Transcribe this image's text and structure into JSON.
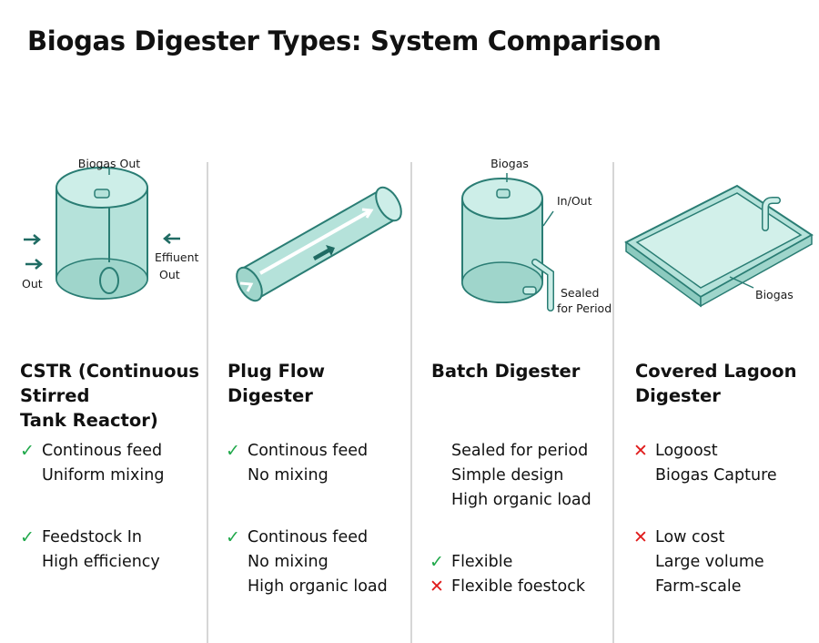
{
  "title": "Biogas Digester Types: System Comparison",
  "colors": {
    "teal_fill": "#a9dcd3",
    "teal_stroke": "#2a7d74",
    "arrow": "#1f6b63",
    "check": "#1fa84a",
    "cross": "#e01b1b"
  },
  "columns": [
    {
      "heading": [
        "CSTR (Continuous",
        "Stirred",
        "Tank Reactor)"
      ],
      "diagram_labels": {
        "top": "Biogas Out",
        "left": "Out",
        "right_1": "Effiuent",
        "right_2": "Out"
      },
      "groups": [
        [
          {
            "icon": "check",
            "text": "Continous feed"
          },
          {
            "icon": "none",
            "text": "Uniform mixing"
          }
        ],
        [
          {
            "icon": "check",
            "text": "Feedstock In"
          },
          {
            "icon": "none",
            "text": "High efficiency"
          }
        ]
      ]
    },
    {
      "heading": [
        "Plug Flow",
        "Digester"
      ],
      "groups": [
        [
          {
            "icon": "check",
            "text": "Continous feed"
          },
          {
            "icon": "none",
            "text": "No mixing"
          }
        ],
        [
          {
            "icon": "check",
            "text": "Continous feed"
          },
          {
            "icon": "none",
            "text": "No mixing"
          },
          {
            "icon": "none",
            "text": "High organic load"
          }
        ]
      ]
    },
    {
      "heading": [
        "Batch Digester"
      ],
      "diagram_labels": {
        "top": "Biogas",
        "side": "In/Out",
        "pipe_1": "Sealed",
        "pipe_2": "for Period"
      },
      "groups": [
        [
          {
            "icon": "none",
            "text": "Sealed for period"
          },
          {
            "icon": "none",
            "text": "Simple design"
          },
          {
            "icon": "none",
            "text": "High organic load"
          }
        ],
        [
          {
            "icon": "check",
            "text": "Flexible"
          },
          {
            "icon": "cross",
            "text": "Flexible foestock"
          }
        ]
      ]
    },
    {
      "heading": [
        "Covered Lagoon",
        "Digester"
      ],
      "diagram_labels": {
        "bottom": "Biogas"
      },
      "groups": [
        [
          {
            "icon": "cross",
            "text": "Logoost"
          },
          {
            "icon": "none",
            "text": "Biogas Capture"
          }
        ],
        [
          {
            "icon": "cross",
            "text": "Low cost"
          },
          {
            "icon": "none",
            "text": "Large volume"
          },
          {
            "icon": "none",
            "text": "Farm-scale"
          }
        ]
      ]
    }
  ]
}
